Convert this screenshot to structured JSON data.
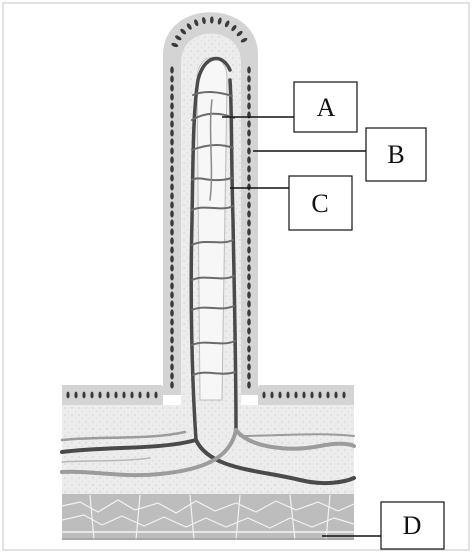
{
  "labels": {
    "a": "A",
    "b": "B",
    "c": "C",
    "d": "D"
  },
  "colors": {
    "frame": "#d9d9d9",
    "epithelium": "#d4d4d4",
    "cell_nucleus": "#3a3a3a",
    "lamina": "#e9e9e9",
    "vessel_dark": "#4a4a4a",
    "vessel_light": "#9c9c9c",
    "muscle": "#bdbdbd",
    "leader": "#111111"
  }
}
